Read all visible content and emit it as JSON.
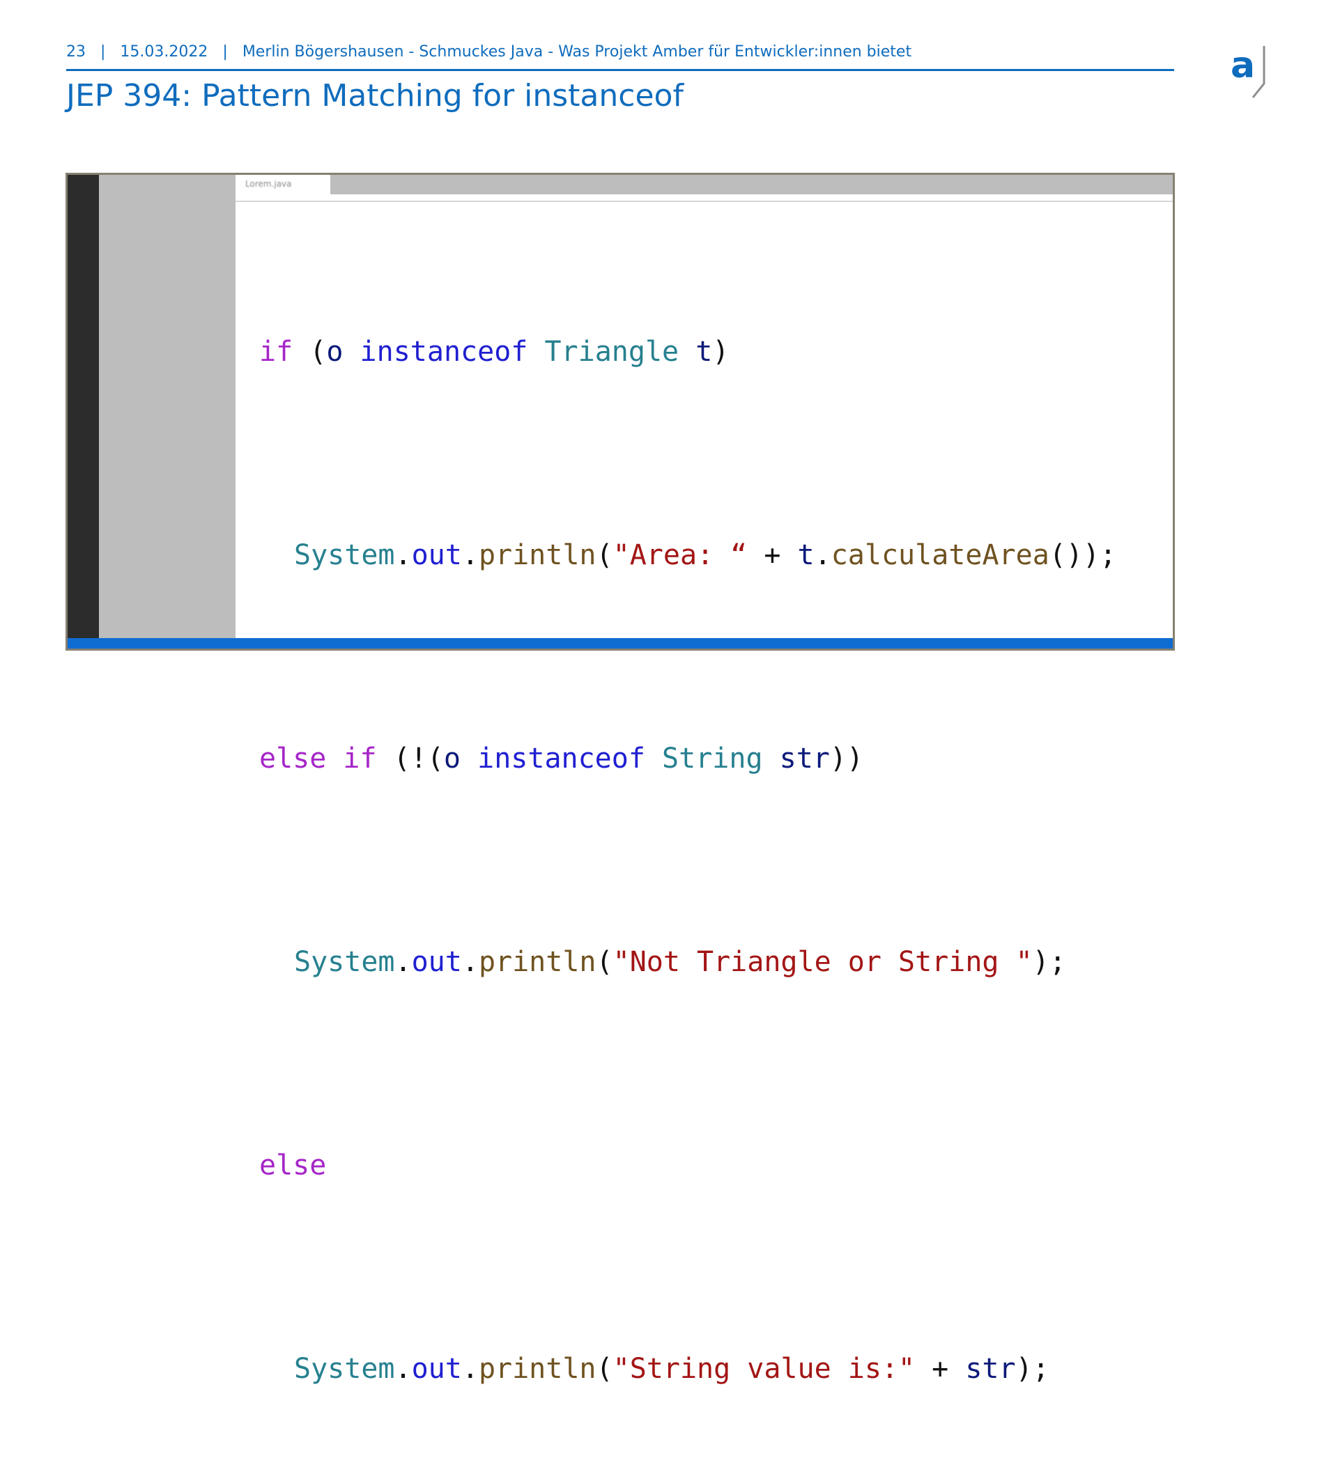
{
  "header": {
    "page_number": "23",
    "separator": "|",
    "date": "15.03.2022",
    "talk": "Merlin Bögershausen - Schmuckes Java - Was Projekt Amber für Entwickler:innen bietet"
  },
  "slide_title": "JEP 394: Pattern Matching for instanceof",
  "logo": {
    "letter": "a",
    "icon": "adesso-logo-icon",
    "color": "#0f6cbd"
  },
  "editor": {
    "tab_label": "Lorem.java",
    "colors": {
      "activity_bar": "#2c2c2c",
      "sidebar": "#bdbdbd",
      "status_bar": "#0f6cd0",
      "frame_border": "#858071"
    },
    "code": {
      "line1": {
        "t1": "if",
        "t2": " (",
        "t3": "o",
        "t4": " ",
        "t5": "instanceof",
        "t6": " ",
        "t7": "Triangle",
        "t8": " ",
        "t9": "t",
        "t10": ")"
      },
      "line2": {
        "t1": "System",
        "t2": ".",
        "t3": "out",
        "t4": ".",
        "t5": "println",
        "t6": "(",
        "t7": "\"Area: “",
        "t8": " + ",
        "t9": "t",
        "t10": ".",
        "t11": "calculateArea",
        "t12": "());"
      },
      "line3": {
        "t1": "else",
        "t2": " ",
        "t3": "if",
        "t4": " (!(",
        "t5": "o",
        "t6": " ",
        "t7": "instanceof",
        "t8": " ",
        "t9": "String",
        "t10": " ",
        "t11": "str",
        "t12": "))"
      },
      "line4": {
        "t1": "System",
        "t2": ".",
        "t3": "out",
        "t4": ".",
        "t5": "println",
        "t6": "(",
        "t7": "\"Not Triangle or String \"",
        "t8": ");"
      },
      "line5": {
        "t1": "else"
      },
      "line6": {
        "t1": "System",
        "t2": ".",
        "t3": "out",
        "t4": ".",
        "t5": "println",
        "t6": "(",
        "t7": "\"String value is:\"",
        "t8": " + ",
        "t9": "str",
        "t10": ");"
      }
    }
  }
}
